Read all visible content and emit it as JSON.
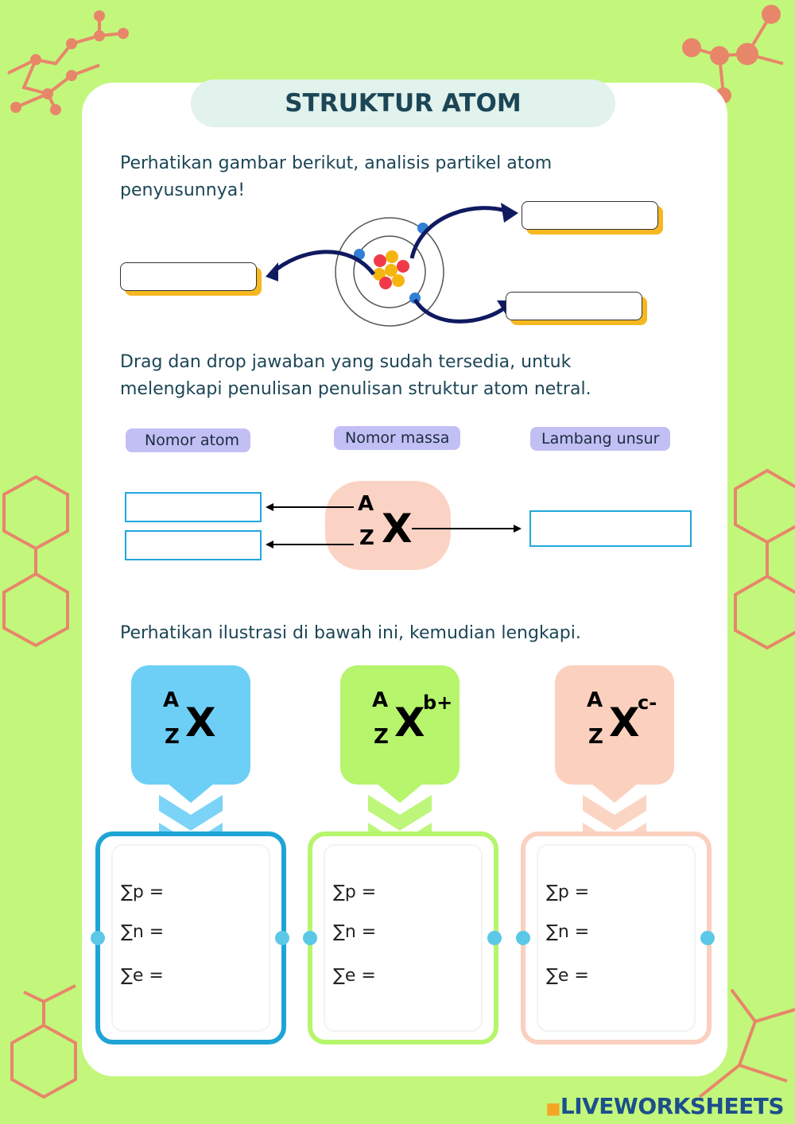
{
  "title": "STRUKTUR ATOM",
  "section1": {
    "instruction_line1": "Perhatikan gambar berikut, analisis partikel atom",
    "instruction_line2": "penyusunnya!"
  },
  "section2": {
    "instruction_line1": "Drag dan drop jawaban yang sudah tersedia, untuk",
    "instruction_line2": "melengkapi penulisan penulisan struktur atom netral.",
    "tags": [
      "Nomor atom",
      "Nomor massa",
      "Lambang unsur"
    ],
    "notation": {
      "mass": "A",
      "atomic": "Z",
      "symbol": "X"
    }
  },
  "section3": {
    "instruction": "Perhatikan ilustrasi di bawah ini, kemudian lengkapi.",
    "cards": [
      {
        "mass": "A",
        "atomic": "Z",
        "symbol": "X",
        "charge": "",
        "color": "#6dcff6",
        "border": "#1ea4d6",
        "lines": [
          "∑p =",
          "∑n =",
          "∑e ="
        ]
      },
      {
        "mass": "A",
        "atomic": "Z",
        "symbol": "X",
        "charge": "b+",
        "color": "#b6f56c",
        "border": "#b6f56c",
        "lines": [
          "∑p =",
          "∑n =",
          "∑e ="
        ]
      },
      {
        "mass": "A",
        "atomic": "Z",
        "symbol": "X",
        "charge": "c-",
        "color": "#fbd0be",
        "border": "#fbd0be",
        "lines": [
          "∑p =",
          "∑n =",
          "∑e ="
        ]
      }
    ]
  },
  "brand": "LIVEWORKSHEETS",
  "colors": {
    "background": "#c2f77c",
    "molecule": "#e8866a",
    "title": "#1c4656"
  }
}
